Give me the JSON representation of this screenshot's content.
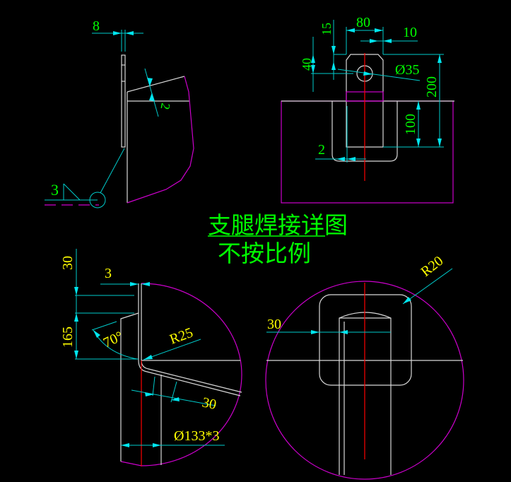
{
  "title": {
    "main": "支腿焊接详图",
    "sub": "不按比例"
  },
  "side_view": {
    "dim_thickness": "8",
    "dim_chamfer": "2",
    "weld_size": "3"
  },
  "front_view": {
    "dim_width": "80",
    "dim_offset": "10",
    "dim_top": "15",
    "dim_hole_pos": "40",
    "dim_height": "200",
    "dim_insert": "100",
    "dim_hole": "Ø35",
    "dim_gap": "2"
  },
  "section_view": {
    "dim_top": "30",
    "dim_length": "165",
    "dim_thickness": "3",
    "angle": "70°",
    "radius": "R25",
    "dim_offset": "30",
    "pipe": "Ø133*3"
  },
  "plan_view": {
    "radius": "R20",
    "dim_offset": "30"
  },
  "colors": {
    "dimension": "#00cccc",
    "text_green": "#00ff00",
    "text_yellow": "#ffff00",
    "outline": "#cc00cc",
    "centerline": "#ff0000"
  }
}
